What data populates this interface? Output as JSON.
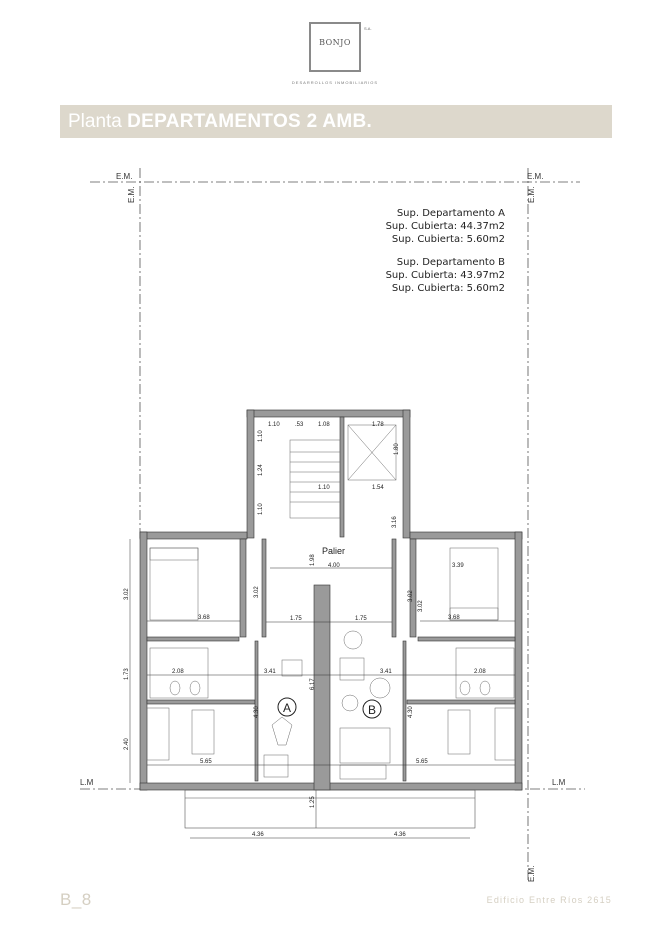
{
  "brand": {
    "name": "BONJO",
    "suffix": "S.A.",
    "tagline": "DESARROLLOS INMOBILIARIOS"
  },
  "banner": {
    "prefix": "Planta",
    "title": "DEPARTAMENTOS 2 AMB.",
    "bg_color": "#ddd8cc"
  },
  "areas": [
    "Sup. Departamento A",
    "Sup. Cubierta: 44.37m2",
    "Sup. Cubierta: 5.60m2",
    "Sup. Departamento B",
    "Sup. Cubierta: 43.97m2",
    "Sup. Cubierta: 5.60m2"
  ],
  "plan": {
    "em": "E.M.",
    "lm": "L.M",
    "palier": "Palier",
    "unit_a": "A",
    "unit_b": "B",
    "dims": [
      "1.10",
      ".53",
      "1.08",
      "1.78",
      "1.10",
      "1.80",
      "1.24",
      "1.10",
      "1.54",
      "1.10",
      "3.16",
      "1.98",
      "4.00",
      "3.39",
      "3.02",
      "3.68",
      "3.02",
      "3.02",
      "1.75",
      "1.75",
      "3.02",
      "3.68",
      "1.73",
      "2.08",
      "3.41",
      "3.41",
      "2.08",
      "6.17",
      "2.40",
      "4.30",
      "4.30",
      "5.65",
      "5.65",
      "1.25",
      "4.36",
      "4.36"
    ]
  },
  "footer": {
    "page": "B_8",
    "building": "Edificio Entre Ríos 2615"
  }
}
